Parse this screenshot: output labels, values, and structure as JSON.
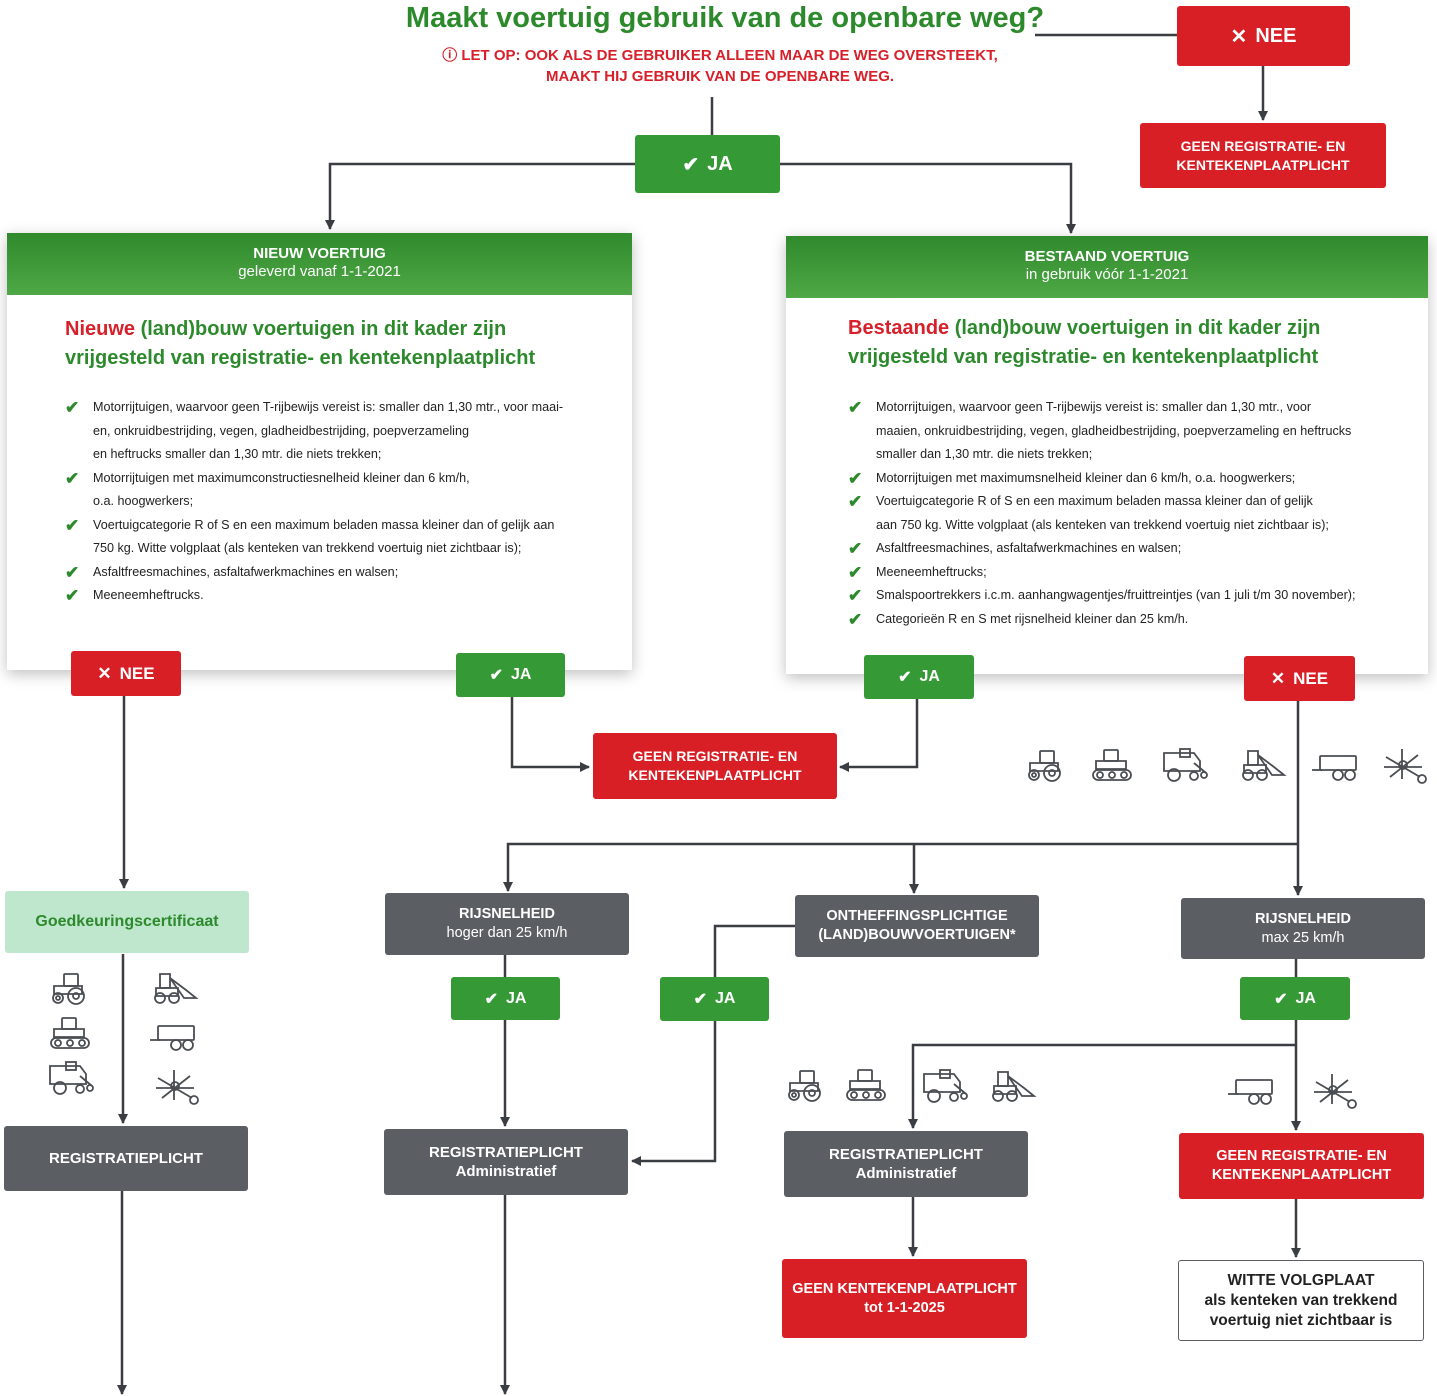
{
  "question": {
    "title": "Maakt voertuig gebruik van de openbare weg?",
    "warning_label": "LET OP:",
    "warning_text_1": "OOK ALS DE GEBRUIKER ALLEEN MAAR DE WEG OVERSTEEKT,",
    "warning_text_2": "MAAKT HIJ GEBRUIK VAN DE OPENBARE WEG."
  },
  "labels": {
    "nee": "NEE",
    "ja": "JA",
    "geen_reg_1": "GEEN REGISTRATIE- EN",
    "geen_reg_2": "KENTEKENPLAATPLICHT"
  },
  "panel_new": {
    "header_1": "NIEUW VOERTUIG",
    "header_2": "geleverd vanaf 1-1-2021",
    "title_highlight": "Nieuwe",
    "title_rest_1": " (land)bouw voertuigen in dit kader zijn",
    "title_rest_2": "vrijgesteld van registratie- en kentekenplaatplicht",
    "bullets": [
      [
        "Motorrijtuigen, waarvoor geen T-rijbewijs vereist is: smaller dan 1,30 mtr., voor maai-",
        "en, onkruidbestrijding, vegen, gladheidbestrijding, poepverzameling",
        "en heftrucks smaller dan 1,30 mtr. die niets trekken;"
      ],
      [
        "Motorrijtuigen met maximumconstructiesnelheid kleiner dan 6 km/h,",
        "o.a. hoogwerkers;"
      ],
      [
        "Voertuigcategorie R of S en een maximum beladen massa kleiner dan of gelijk aan",
        "750 kg. Witte volgplaat (als kenteken van trekkend voertuig niet zichtbaar is);"
      ],
      [
        "Asfaltfreesmachines, asfaltafwerkmachines en walsen;"
      ],
      [
        "Meeneemheftrucks."
      ]
    ]
  },
  "panel_existing": {
    "header_1": "BESTAAND VOERTUIG",
    "header_2": "in gebruik vóór 1-1-2021",
    "title_highlight": "Bestaande",
    "title_rest_1": " (land)bouw voertuigen in dit kader zijn",
    "title_rest_2": "vrijgesteld van registratie- en kentekenplaatplicht",
    "bullets": [
      [
        "Motorrijtuigen, waarvoor geen T-rijbewijs vereist is: smaller dan 1,30 mtr., voor",
        "maaien, onkruidbestrijding, vegen, gladheidbestrijding, poepverzameling en heftrucks",
        "smaller dan 1,30 mtr. die niets trekken;"
      ],
      [
        "Motorrijtuigen met maximumsnelheid kleiner dan 6 km/h, o.a. hoogwerkers;"
      ],
      [
        "Voertuigcategorie R of S en een maximum beladen massa kleiner dan of gelijk",
        "aan 750 kg. Witte volgplaat (als kenteken van trekkend voertuig niet zichtbaar is);"
      ],
      [
        "Asfaltfreesmachines, asfaltafwerkmachines en walsen;"
      ],
      [
        "Meeneemheftrucks;"
      ],
      [
        "Smalspoortrekkers i.c.m. aanhangwagentjes/fruittreintjes (van 1 juli t/m 30 november);"
      ],
      [
        "Categorieën R en S met rijsnelheid kleiner dan 25 km/h."
      ]
    ]
  },
  "nodes": {
    "goedkeuring": "Goedkeuringscertificaat",
    "registratieplicht": "REGISTRATIEPLICHT",
    "rijsnelheid_hoog_1": "RIJSNELHEID",
    "rijsnelheid_hoog_2": "hoger dan 25 km/h",
    "ontheffing_1": "ONTHEFFINGSPLICHTIGE",
    "ontheffing_2": "(LAND)BOUWVOERTUIGEN*",
    "rijsnelheid_max_1": "RIJSNELHEID",
    "rijsnelheid_max_2": "max 25 km/h",
    "reg_admin_1": "REGISTRATIEPLICHT",
    "reg_admin_2": "Administratief",
    "geen_kenteken_1": "GEEN KENTEKENPLAATPLICHT",
    "geen_kenteken_2": "tot 1-1-2025",
    "witte_1": "WITTE VOLGPLAAT",
    "witte_2": "als kenteken van trekkend",
    "witte_3": "voertuig niet zichtbaar is"
  },
  "icons": [
    "tractor-icon",
    "tracked-tractor-icon",
    "combine-harvester-icon",
    "wheel-loader-icon",
    "trailer-icon",
    "hay-rake-icon"
  ],
  "colors": {
    "green": "#359a35",
    "red": "#d81f26",
    "grey": "#5b5e63",
    "light_green": "#bfe7cd",
    "title_green": "#2d8a2c"
  }
}
